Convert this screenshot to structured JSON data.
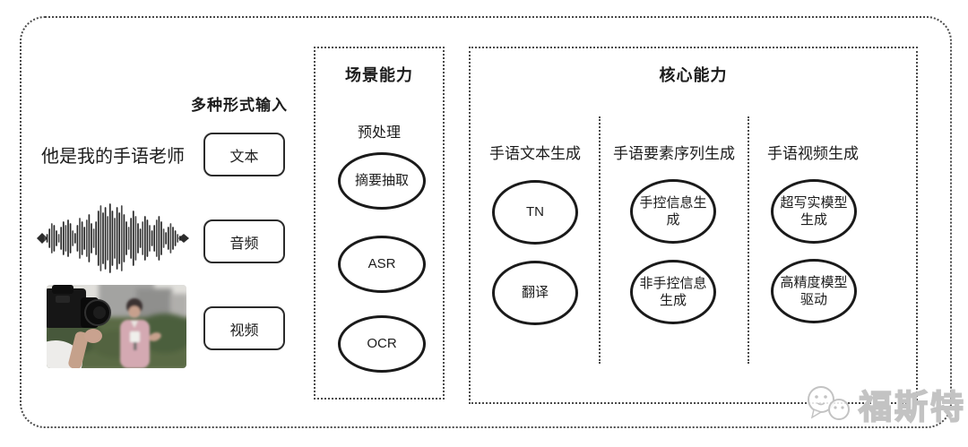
{
  "colors": {
    "stroke": "#1a1a1a",
    "dotted_border": "#4a4a4a",
    "watermark_gray": "#c3c3c3",
    "background": "#ffffff"
  },
  "input_section": {
    "label": "多种形式输入",
    "text_sample": "他是我的手语老师",
    "text_box": "文本",
    "audio_box": "音频",
    "video_box": "视频"
  },
  "scene_box": {
    "title": "场景能力",
    "subtitle": "预处理",
    "items": [
      "摘要抽取",
      "ASR",
      "OCR"
    ]
  },
  "core_box": {
    "title": "核心能力",
    "columns": [
      {
        "header": "手语文本生成",
        "items": [
          "TN",
          "翻译"
        ]
      },
      {
        "header": "手语要素序列生成",
        "items": [
          "手控信息生成",
          "非手控信息生成"
        ]
      },
      {
        "header": "手语视频生成",
        "items": [
          "超写实模型生成",
          "高精度模型驱动"
        ]
      }
    ]
  },
  "watermark": {
    "text": "福斯特"
  }
}
